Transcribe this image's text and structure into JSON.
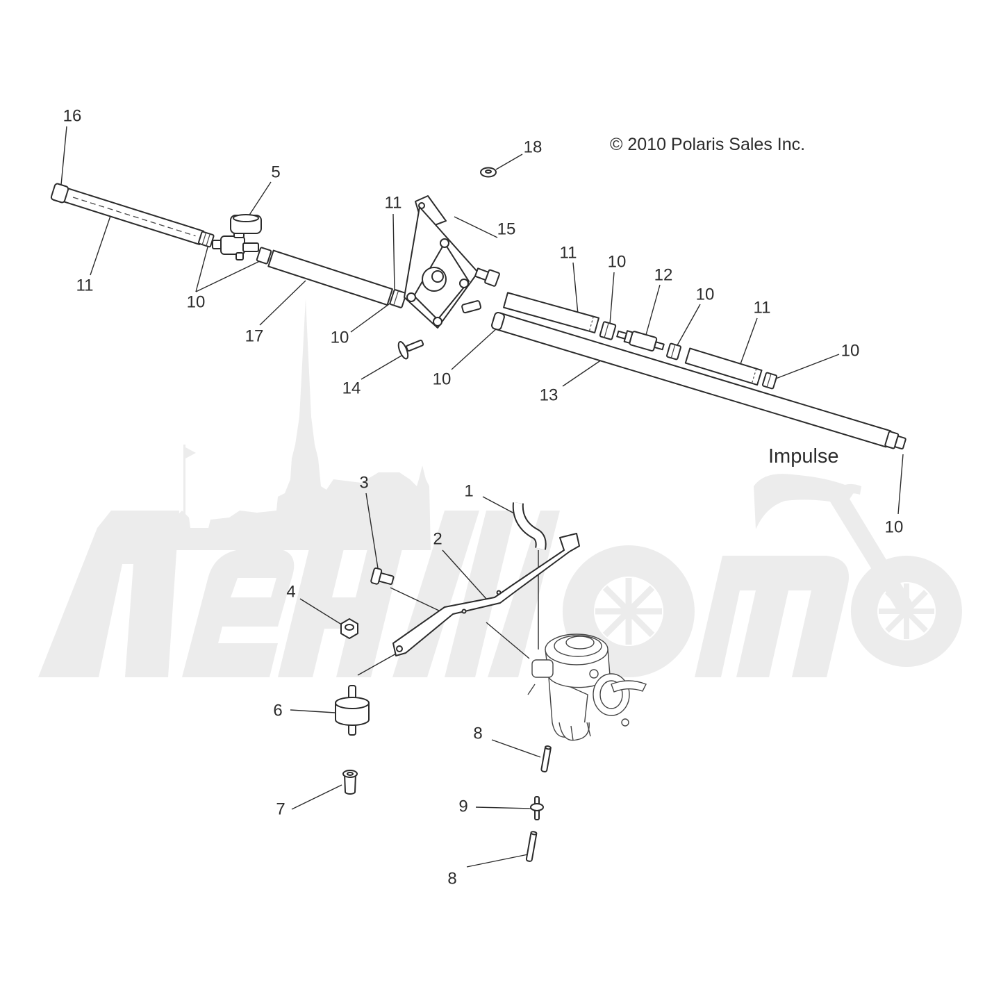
{
  "copyright": "© 2010 Polaris Sales Inc.",
  "model_label": "Impulse",
  "callouts": [
    "16",
    "5",
    "11",
    "10",
    "17",
    "11",
    "15",
    "10",
    "18",
    "11",
    "10",
    "12",
    "10",
    "11",
    "10",
    "14",
    "10",
    "13",
    "10",
    "3",
    "1",
    "2",
    "4",
    "6",
    "8",
    "7",
    "9",
    "8"
  ],
  "colors": {
    "ink": "#2b2b2b",
    "watermark": "#ececec"
  }
}
